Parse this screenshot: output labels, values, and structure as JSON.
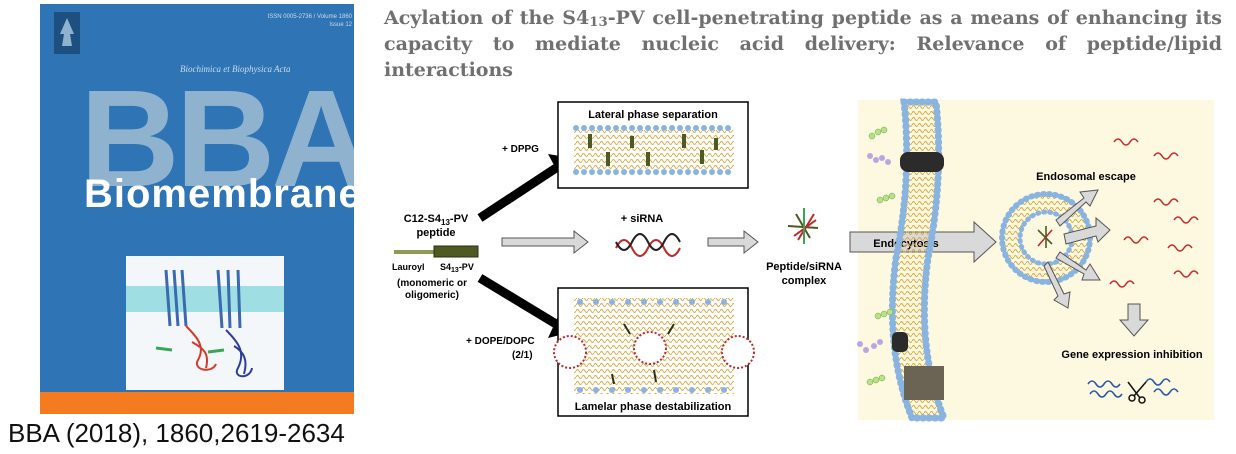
{
  "cover": {
    "journal_subtitle": "Biochimica et Biophysica Acta",
    "big_letters": "BBA",
    "subtitle": "Biomembranes",
    "issue_info": "ISSN 0005-2736 / Volume 1860 Issue 12"
  },
  "caption": "BBA (2018), 1860,2619-2634",
  "title": {
    "part1": "Acylation of the S4",
    "sub": "13",
    "part2": "-PV cell-penetrating peptide as a means of enhancing its capacity to mediate nucleic acid delivery: Relevance of peptide/lipid interactions"
  },
  "diagram": {
    "peptide_label_1": "C12-S4",
    "peptide_label_sub": "13",
    "peptide_label_2": "-PV",
    "peptide_label_3": "peptide",
    "lauroyl": "Lauroyl",
    "s413pv_1": "S4",
    "s413pv_sub": "13",
    "s413pv_2": "-PV",
    "mono_1": "(monomeric or",
    "mono_2": "oligomeric)",
    "dppg": "+ DPPG",
    "lateral": "Lateral phase separation",
    "sirna": "+ siRNA",
    "complex_1": "Peptide/siRNA",
    "complex_2": "complex",
    "dope_1": "+ DOPE/DOPC",
    "dope_2": "(2/1)",
    "lamelar": "Lamelar phase destabilization",
    "endocytosis": "Endocytosis",
    "endosomal": "Endosomal escape",
    "gene": "Gene expression inhibition"
  },
  "colors": {
    "cover_blue": "#2f74b5",
    "cover_orange": "#f47b20",
    "title_gray": "#707070",
    "lipid_head": "#8ab4e0",
    "lipid_tail": "#d9a63a",
    "peptide_green": "#4f5a23",
    "sirna_red": "#c0282d"
  }
}
